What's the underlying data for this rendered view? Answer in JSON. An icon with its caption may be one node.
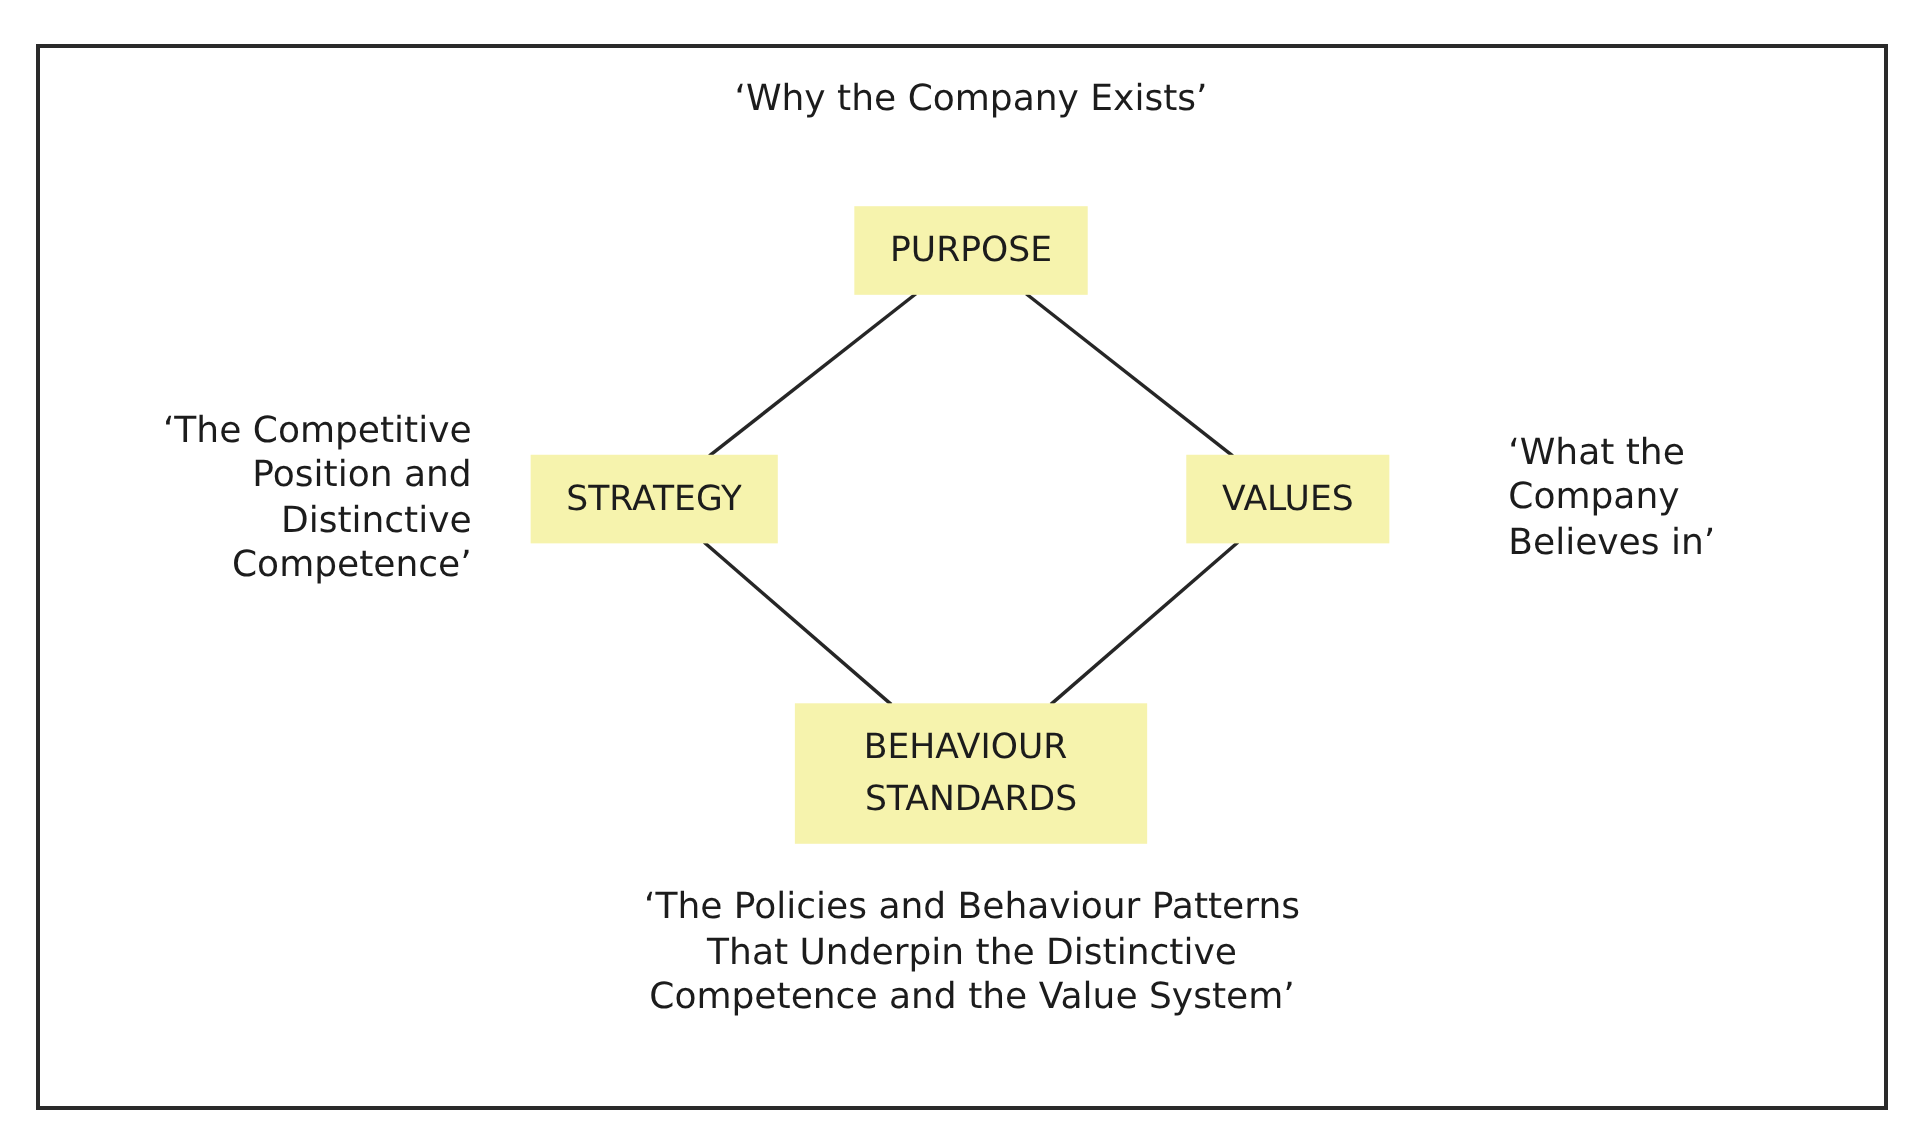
{
  "diagram": {
    "nodes": [
      {
        "text": [
          "PURPOSE"
        ],
        "beside": [
          "‘Why the Company Exists’"
        ]
      },
      {
        "text": [
          "STRATEGY"
        ],
        "beside": [
          "‘The Competitive Position and Distinctive Competence’"
        ]
      },
      {
        "text": [
          "VALUES"
        ],
        "beside": [
          "‘What the Company Believes in’"
        ]
      },
      {
        "text": [
          "BEHAVIOUR STANDARDS"
        ],
        "beside": [
          "‘The Policies and Behaviour Patterns That Underpin the Distinctive Competence and the Value System’"
        ]
      }
    ],
    "edges": [
      {
        "from": 0,
        "to": 1,
        "arrow": "none"
      },
      {
        "from": 0,
        "to": 2,
        "arrow": "none"
      },
      {
        "from": 1,
        "to": 3,
        "arrow": "none"
      },
      {
        "from": 2,
        "to": 3,
        "arrow": "none"
      }
    ]
  }
}
